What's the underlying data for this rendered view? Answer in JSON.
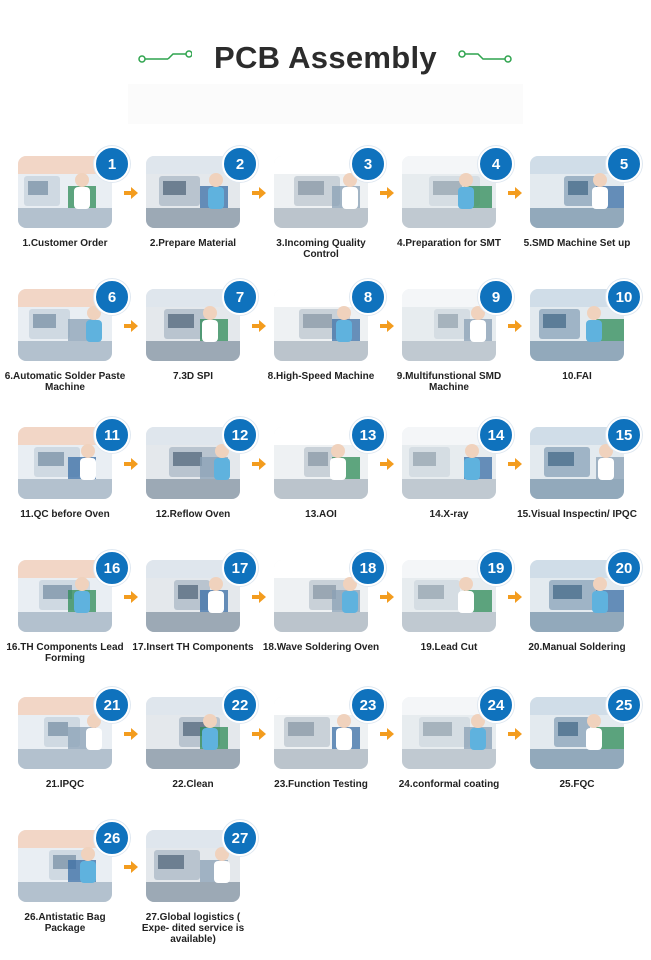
{
  "title": "PCB Assembly",
  "colors": {
    "badge": "#0f72bd",
    "arrow": "#f39c1e",
    "deco": "#2fa44e"
  },
  "steps": [
    {
      "num": "1",
      "label": "1.Customer Order",
      "icon": "office-staff-photo"
    },
    {
      "num": "2",
      "label": "2.Prepare Material",
      "icon": "warehouse-photo"
    },
    {
      "num": "3",
      "label": "3.Incoming Quality Control",
      "icon": "inspection-photo"
    },
    {
      "num": "4",
      "label": "4.Preparation for SMT",
      "icon": "smt-line-photo"
    },
    {
      "num": "5",
      "label": "5.SMD Machine Set up",
      "icon": "machine-setup-photo"
    },
    {
      "num": "6",
      "label": "6.Automatic Solder Paste Machine",
      "icon": "solder-paste-machine-photo"
    },
    {
      "num": "7",
      "label": "7.3D SPI",
      "icon": "spi-machine-photo"
    },
    {
      "num": "8",
      "label": "8.High-Speed Machine",
      "icon": "high-speed-machine-photo"
    },
    {
      "num": "9",
      "label": "9.Multifunstional SMD Machine",
      "icon": "smd-machine-photo"
    },
    {
      "num": "10",
      "label": "10.FAI",
      "icon": "fai-photo"
    },
    {
      "num": "11",
      "label": "11.QC before Oven",
      "icon": "qc-photo"
    },
    {
      "num": "12",
      "label": "12.Reflow Oven",
      "icon": "reflow-oven-photo"
    },
    {
      "num": "13",
      "label": "13.AOI",
      "icon": "aoi-photo"
    },
    {
      "num": "14",
      "label": "14.X-ray",
      "icon": "xray-machine-photo"
    },
    {
      "num": "15",
      "label": "15.Visual Inspectin/ IPQC",
      "icon": "visual-inspection-photo"
    },
    {
      "num": "16",
      "label": "16.TH Components Lead Forming",
      "icon": "components-tray-photo"
    },
    {
      "num": "17",
      "label": "17.Insert TH Components",
      "icon": "insert-components-photo"
    },
    {
      "num": "18",
      "label": "18.Wave Soldering Oven",
      "icon": "wave-soldering-photo"
    },
    {
      "num": "19",
      "label": "19.Lead Cut",
      "icon": "lead-cut-photo"
    },
    {
      "num": "20",
      "label": "20.Manual Soldering",
      "icon": "manual-soldering-photo"
    },
    {
      "num": "21",
      "label": "21.IPQC",
      "icon": "ipqc-photo"
    },
    {
      "num": "22",
      "label": "22.Clean",
      "icon": "cleaning-photo"
    },
    {
      "num": "23",
      "label": "23.Function Testing",
      "icon": "function-testing-photo"
    },
    {
      "num": "24",
      "label": "24.conformal coating",
      "icon": "conformal-coating-photo"
    },
    {
      "num": "25",
      "label": "25.FQC",
      "icon": "fqc-photo"
    },
    {
      "num": "26",
      "label": "26.Antistatic Bag Package",
      "icon": "antistatic-bag-photo"
    },
    {
      "num": "27",
      "label": "27.Global logistics ( Expe- dited service is available)",
      "icon": "logistics-photo"
    }
  ]
}
